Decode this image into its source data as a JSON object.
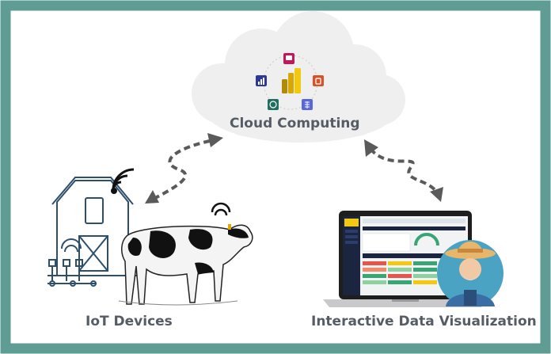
{
  "labels": {
    "cloud": "Cloud Computing",
    "iot": "IoT Devices",
    "viz": "Interactive Data Visualization"
  },
  "colors": {
    "frame": "#5e9c94",
    "cloud": "#efefef",
    "arrow": "#5a5a5a",
    "line_art": "#2e4f6b",
    "powerbi_yellow": "#f2c811",
    "dashboard_dark": "#1b2540",
    "avatar_bg": "#4aa3c2"
  },
  "icons": {
    "center": "power-bi-icon",
    "ring": [
      "chat-icon",
      "bar-chart-icon",
      "app-icon",
      "gauge-icon",
      "grid-icon"
    ],
    "signals": [
      "wifi-icon"
    ]
  }
}
